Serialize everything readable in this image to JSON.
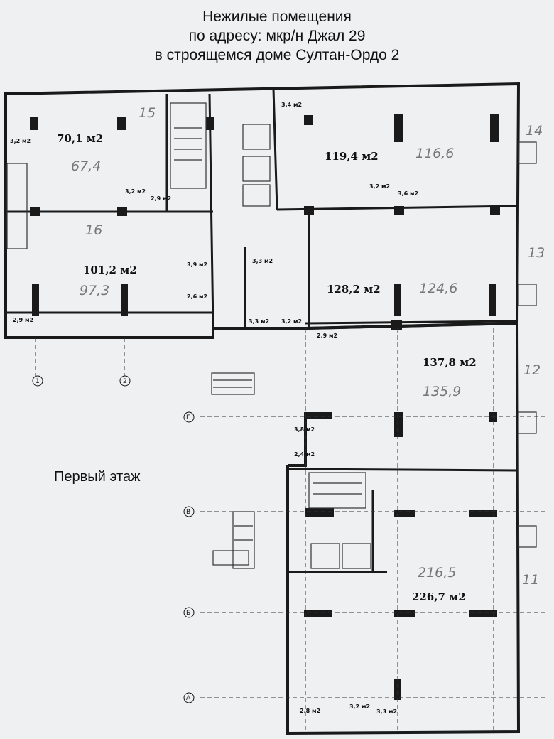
{
  "title": {
    "line1": "Нежилые помещения",
    "line2": "по адресу: мкр/н Джал 29",
    "line3": "в строящемся доме Султан-Ордо 2"
  },
  "floor_label": "Первый этаж",
  "rooms": [
    {
      "area": "70,1 м2",
      "handwritten": "67,4",
      "number": "15"
    },
    {
      "area": "101,2 м2",
      "handwritten": "97,3",
      "number": "16"
    },
    {
      "area": "119,4 м2",
      "handwritten": "116,6",
      "number": "14"
    },
    {
      "area": "128,2 м2",
      "handwritten": "124,6",
      "number": "13"
    },
    {
      "area": "137,8 м2",
      "handwritten": "135,9",
      "number": "12"
    },
    {
      "area": "226,7 м2",
      "handwritten": "216,5",
      "number": "11"
    }
  ],
  "small_rooms": [
    "3,2 м2",
    "3,4 м2",
    "3,2 м2",
    "3,6 м2",
    "3,9 м2",
    "2,6 м2",
    "2,9 м2",
    "3,3 м2",
    "3,2 м2",
    "2,9 м2",
    "3,3 м2",
    "3,2 м2",
    "2,9 м2",
    "3,8 м2",
    "2,4 м2",
    "2,8 м2",
    "3,2 м2",
    "3,3 м2"
  ],
  "axes": {
    "numbered": [
      "1",
      "2"
    ],
    "lettered": [
      "Г",
      "В",
      "Б",
      "А"
    ]
  },
  "colors": {
    "wall": "#1a1a1a",
    "gridline": "#333333",
    "paper": "#eef0f2",
    "handwriting": "#777777"
  }
}
